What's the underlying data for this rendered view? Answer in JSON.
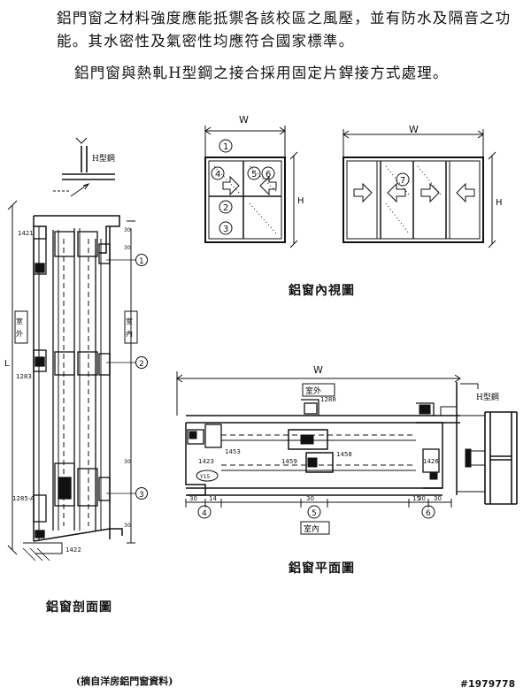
{
  "text": {
    "paragraph1": "鋁門窗之材料強度應能抵禦各該校區之風壓，並有防水及隔音之功能。其水密性及氣密性均應符合國家標準。",
    "paragraph2": "鋁門窗與熱軋H型鋼之接合採用固定片銲接方式處理。"
  },
  "section_view": {
    "caption": "鋁窗剖面圖",
    "h_beam_label": "H型鋼",
    "outdoor_label": "室外",
    "indoor_label": "室內",
    "overall_dim_label": "L",
    "callouts": [
      "1",
      "2",
      "3"
    ],
    "profile_codes": [
      "1421",
      "1283",
      "1285-A",
      "1422"
    ],
    "small_dims": [
      "30",
      "30",
      "30",
      "30"
    ]
  },
  "elevation_view": {
    "caption": "鋁窗內視圖",
    "width_label": "W",
    "height_label": "H",
    "left_callouts": [
      "1",
      "4",
      "2",
      "3"
    ],
    "center_callouts": [
      "5",
      "6"
    ],
    "right_callout": "7"
  },
  "plan_view": {
    "caption": "鋁窗平面圖",
    "width_label": "W",
    "outdoor_label": "室外",
    "indoor_label": "室內",
    "h_beam_label": "H型鋼",
    "callouts": [
      "4",
      "5",
      "6"
    ],
    "profile_codes": [
      "1288",
      "1423",
      "1453",
      "1459",
      "1458",
      "1426"
    ],
    "dims": [
      "30",
      "14",
      "30",
      "30",
      "15",
      "30"
    ],
    "tag": "Y15"
  },
  "footer": {
    "source": "(摘自洋房鋁門窗資料)",
    "stock_id": "#1979778"
  }
}
